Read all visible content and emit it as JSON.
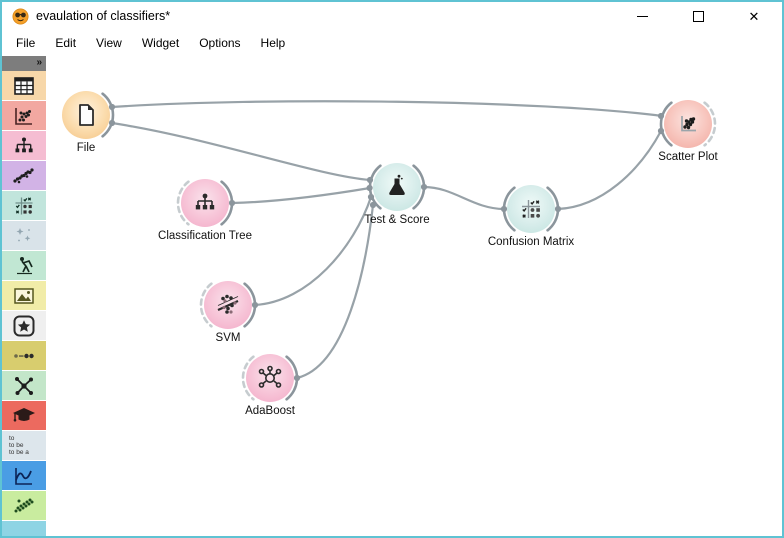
{
  "window": {
    "title": "evaulation of classifiers*"
  },
  "icons": {
    "app_logo": "orange-smiley-with-sunglasses",
    "minimize": "–",
    "maximize": "□",
    "close": "✕",
    "expand": "»"
  },
  "menu": {
    "items": [
      "File",
      "Edit",
      "View",
      "Widget",
      "Options",
      "Help"
    ]
  },
  "sidebar": {
    "categories": [
      {
        "name": "data-table",
        "color": "#f7d7a9"
      },
      {
        "name": "scatter",
        "color": "#f2a8a1"
      },
      {
        "name": "tree",
        "color": "#f5bdd2"
      },
      {
        "name": "dots-curve",
        "color": "#d2b3e6"
      },
      {
        "name": "checks-grid",
        "color": "#c1e5dc"
      },
      {
        "name": "sparkle",
        "color": "#d9e3e9"
      },
      {
        "name": "miner",
        "color": "#c1e7d3"
      },
      {
        "name": "image",
        "color": "#f1eca8"
      },
      {
        "name": "star-box",
        "color": "#efefef"
      },
      {
        "name": "dot-sequence",
        "color": "#d8cd6e"
      },
      {
        "name": "network",
        "color": "#c3e6c9"
      },
      {
        "name": "graduation-cap",
        "color": "#ec6a5f"
      },
      {
        "name": "text-lines",
        "color": "#dde6ec"
      },
      {
        "name": "line-chart",
        "color": "#4a9de4"
      },
      {
        "name": "green-scatter",
        "color": "#c9ec9f"
      },
      {
        "name": "partial-item",
        "color": "#8ed4e4"
      }
    ],
    "text_item_lines": [
      "to",
      "to be",
      "to be a"
    ]
  },
  "canvas": {
    "widgets": [
      {
        "label": "File"
      },
      {
        "label": "Classification Tree"
      },
      {
        "label": "SVM"
      },
      {
        "label": "AdaBoost"
      },
      {
        "label": "Test & Score"
      },
      {
        "label": "Confusion Matrix"
      },
      {
        "label": "Scatter Plot"
      }
    ],
    "links": [
      {
        "from": "File",
        "to": "Scatter Plot"
      },
      {
        "from": "File",
        "to": "Test & Score"
      },
      {
        "from": "Classification Tree",
        "to": "Test & Score"
      },
      {
        "from": "SVM",
        "to": "Test & Score"
      },
      {
        "from": "AdaBoost",
        "to": "Test & Score"
      },
      {
        "from": "Test & Score",
        "to": "Confusion Matrix"
      },
      {
        "from": "Confusion Matrix",
        "to": "Scatter Plot"
      }
    ]
  },
  "colors": {
    "window_border": "#5fc3d3",
    "link_line": "#98a2a8",
    "widget_file": "#fbdcad",
    "widget_model_pink": "#f6bed3",
    "widget_eval_teal": "#cfeae6",
    "widget_scatter_salmon": "#f6beb6"
  }
}
